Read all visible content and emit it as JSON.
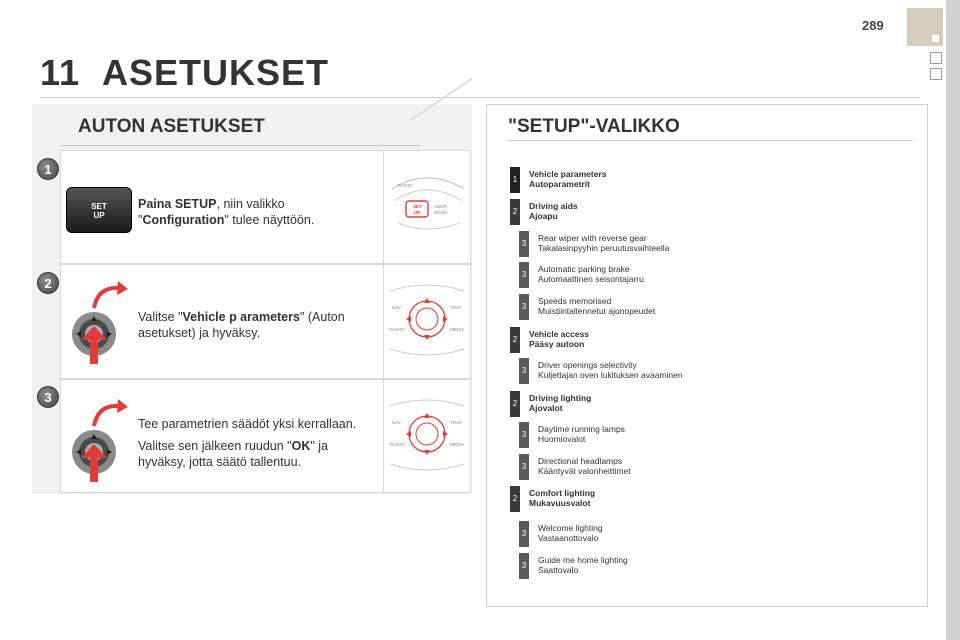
{
  "page_number": "289",
  "chapter": {
    "number": "11",
    "title": "ASETUKSET"
  },
  "left": {
    "title": "AUTON ASETUKSET",
    "steps": [
      {
        "badge": "1",
        "text_a": "Paina ",
        "text_b": "SETUP",
        "text_c": ", niin valikko",
        "text_d": "\"",
        "text_e": "Configuration",
        "text_f": "\" tulee näyttöön.",
        "button": {
          "line1": "SET",
          "line2": "UP"
        },
        "panel": {
          "radio": "RADIO",
          "set1": "SET",
          "set2": "UP",
          "addr1": "ADDR",
          "addr2": "BOOK"
        }
      },
      {
        "badge": "2",
        "text_a": "Valitse \"",
        "text_b": "Vehicle p arameters",
        "text_c": "\" (Auton",
        "text_d": "asetukset) ja hyväksy.",
        "panel": {
          "nav": "NAV",
          "trafic": "TRAF",
          "radio": "RADIO",
          "media": "MEDIA"
        }
      },
      {
        "badge": "3",
        "text_a": "Tee parametrien säädöt yksi kerrallaan.",
        "text_b": "Valitse sen jälkeen ruudun \"",
        "text_c": "OK",
        "text_d": "\" ja",
        "text_e": "hyväksy, jotta säätö tallentuu.",
        "panel": {
          "nav": "NAV",
          "trafic": "TRAF",
          "radio": "RADIO",
          "media": "MEDIA"
        }
      }
    ]
  },
  "right": {
    "title": "\"SETUP\"-VALIKKO",
    "items": [
      {
        "level": "1",
        "line1": "Vehicle parameters",
        "line2": "Autoparametrit"
      },
      {
        "level": "2",
        "line1": "Driving aids",
        "line2": "Ajoapu"
      },
      {
        "level": "3",
        "line1": "Rear wiper with reverse gear",
        "line2": "Takalasinpyyhin peruutusvaihteella"
      },
      {
        "level": "3",
        "line1": "Automatic parking brake",
        "line2": "Automaattinen seisontajarru"
      },
      {
        "level": "3",
        "line1": "Speeds memorised",
        "line2": "Muistiintallennetut ajonopeudet"
      },
      {
        "level": "2",
        "line1": "Vehicle access",
        "line2": "Pääsy autoon"
      },
      {
        "level": "3",
        "line1": "Driver openings selectivity",
        "line2": "Kuljettajan oven lukituksen avaaminen"
      },
      {
        "level": "2",
        "line1": "Driving lighting",
        "line2": "Ajovalot"
      },
      {
        "level": "3",
        "line1": "Daytime running lamps",
        "line2": "Huomiovalot"
      },
      {
        "level": "3",
        "line1": "Directional headlamps",
        "line2": "Kääntyvät valonheittimet"
      },
      {
        "level": "2",
        "line1": "Comfort lighting",
        "line2": "Mukavuusvalot"
      },
      {
        "level": "3",
        "line1": "Welcome lighting",
        "line2": "Vastaanottovalo"
      },
      {
        "level": "3",
        "line1": "Guide me home lighting",
        "line2": "Saattovalo"
      }
    ]
  },
  "colors": {
    "accent_red": "#e23b3b",
    "tab": "#d6cdbd"
  }
}
